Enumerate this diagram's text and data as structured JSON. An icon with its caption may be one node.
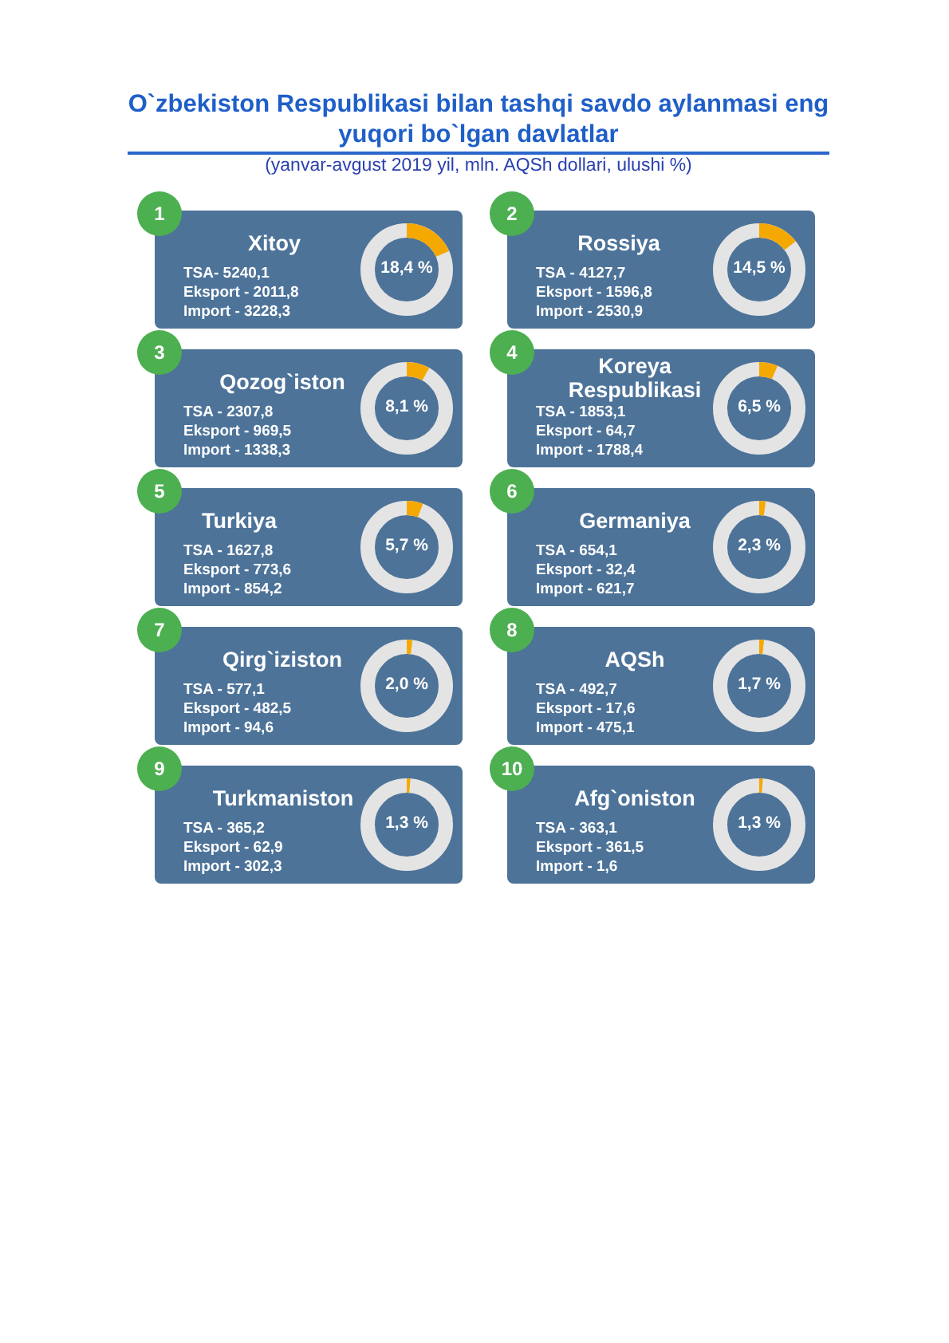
{
  "diagram": {
    "title": "O`zbekiston Respublikasi bilan tashqi savdo aylanmasi eng yuqori bo`lgan davlatlar",
    "nodes": [
      {
        "text": [
          "1"
        ]
      },
      {
        "text": [
          "Xitoy",
          "TSA- 5240,1",
          "Eksport - 2011,8",
          "Import - 3228,3"
        ]
      },
      {
        "text": [
          "18,4 %"
        ],
        "in": 1
      },
      {
        "text": [
          "2"
        ]
      },
      {
        "text": [
          "Rossiya",
          "TSA - 4127,7",
          "Eksport - 1596,8",
          "Import - 2530,9"
        ]
      },
      {
        "text": [
          "14,5 %"
        ],
        "in": 4
      },
      {
        "text": [
          "3"
        ]
      },
      {
        "text": [
          "Qozog`iston",
          "TSA - 2307,8",
          "Eksport - 969,5",
          "Import - 1338,3"
        ]
      },
      {
        "text": [
          "8,1 %"
        ],
        "in": 7
      },
      {
        "text": [
          "4"
        ]
      },
      {
        "text": [
          "Koreya Respublikasi",
          "TSA - 1853,1",
          "Eksport - 64,7",
          "Import - 1788,4"
        ]
      },
      {
        "text": [
          "6,5 %"
        ],
        "in": 10
      },
      {
        "text": [
          "5"
        ]
      },
      {
        "text": [
          "Turkiya",
          "TSA - 1627,8",
          "Eksport - 773,6",
          "Import - 854,2"
        ]
      },
      {
        "text": [
          "5,7 %"
        ],
        "in": 13
      },
      {
        "text": [
          "6"
        ]
      },
      {
        "text": [
          "Germaniya",
          "TSA - 654,1",
          "Eksport - 32,4",
          "Import - 621,7"
        ]
      },
      {
        "text": [
          "2,3 %"
        ],
        "in": 16
      },
      {
        "text": [
          "7"
        ]
      },
      {
        "text": [
          "Qirg`iziston",
          "TSA - 577,1",
          "Eksport - 482,5",
          "Import - 94,6"
        ]
      },
      {
        "text": [
          "2,0 %"
        ],
        "in": 19
      },
      {
        "text": [
          "8"
        ]
      },
      {
        "text": [
          "AQSh",
          "TSA - 492,7",
          "Eksport - 17,6",
          "Import - 475,1"
        ]
      },
      {
        "text": [
          "1,7 %"
        ],
        "in": 22
      },
      {
        "text": [
          "9"
        ]
      },
      {
        "text": [
          "Turkmaniston",
          "TSA - 365,2",
          "Eksport - 62,9",
          "Import - 302,3"
        ]
      },
      {
        "text": [
          "1,3 %"
        ],
        "in": 25
      },
      {
        "text": [
          "10"
        ]
      },
      {
        "text": [
          "Afg`oniston",
          "TSA - 363,1",
          "Eksport - 361,5",
          "Import - 1,6"
        ]
      },
      {
        "text": [
          "1,3 %"
        ],
        "in": 28
      }
    ],
    "labels": [
      "(yanvar-avgust 2019 yil, mln. AQSh dollari, ulushi %)"
    ]
  }
}
